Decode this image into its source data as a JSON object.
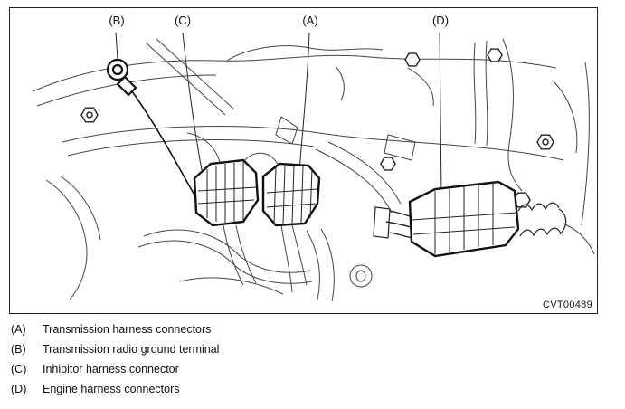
{
  "figure": {
    "code": "CVT00489",
    "callouts": [
      {
        "id": "B",
        "label": "(B)"
      },
      {
        "id": "C",
        "label": "(C)"
      },
      {
        "id": "A",
        "label": "(A)"
      },
      {
        "id": "D",
        "label": "(D)"
      }
    ],
    "legend": [
      {
        "key": "(A)",
        "text": "Transmission harness connectors"
      },
      {
        "key": "(B)",
        "text": "Transmission radio ground terminal"
      },
      {
        "key": "(C)",
        "text": "Inhibitor harness connector"
      },
      {
        "key": "(D)",
        "text": "Engine harness connectors"
      }
    ]
  }
}
